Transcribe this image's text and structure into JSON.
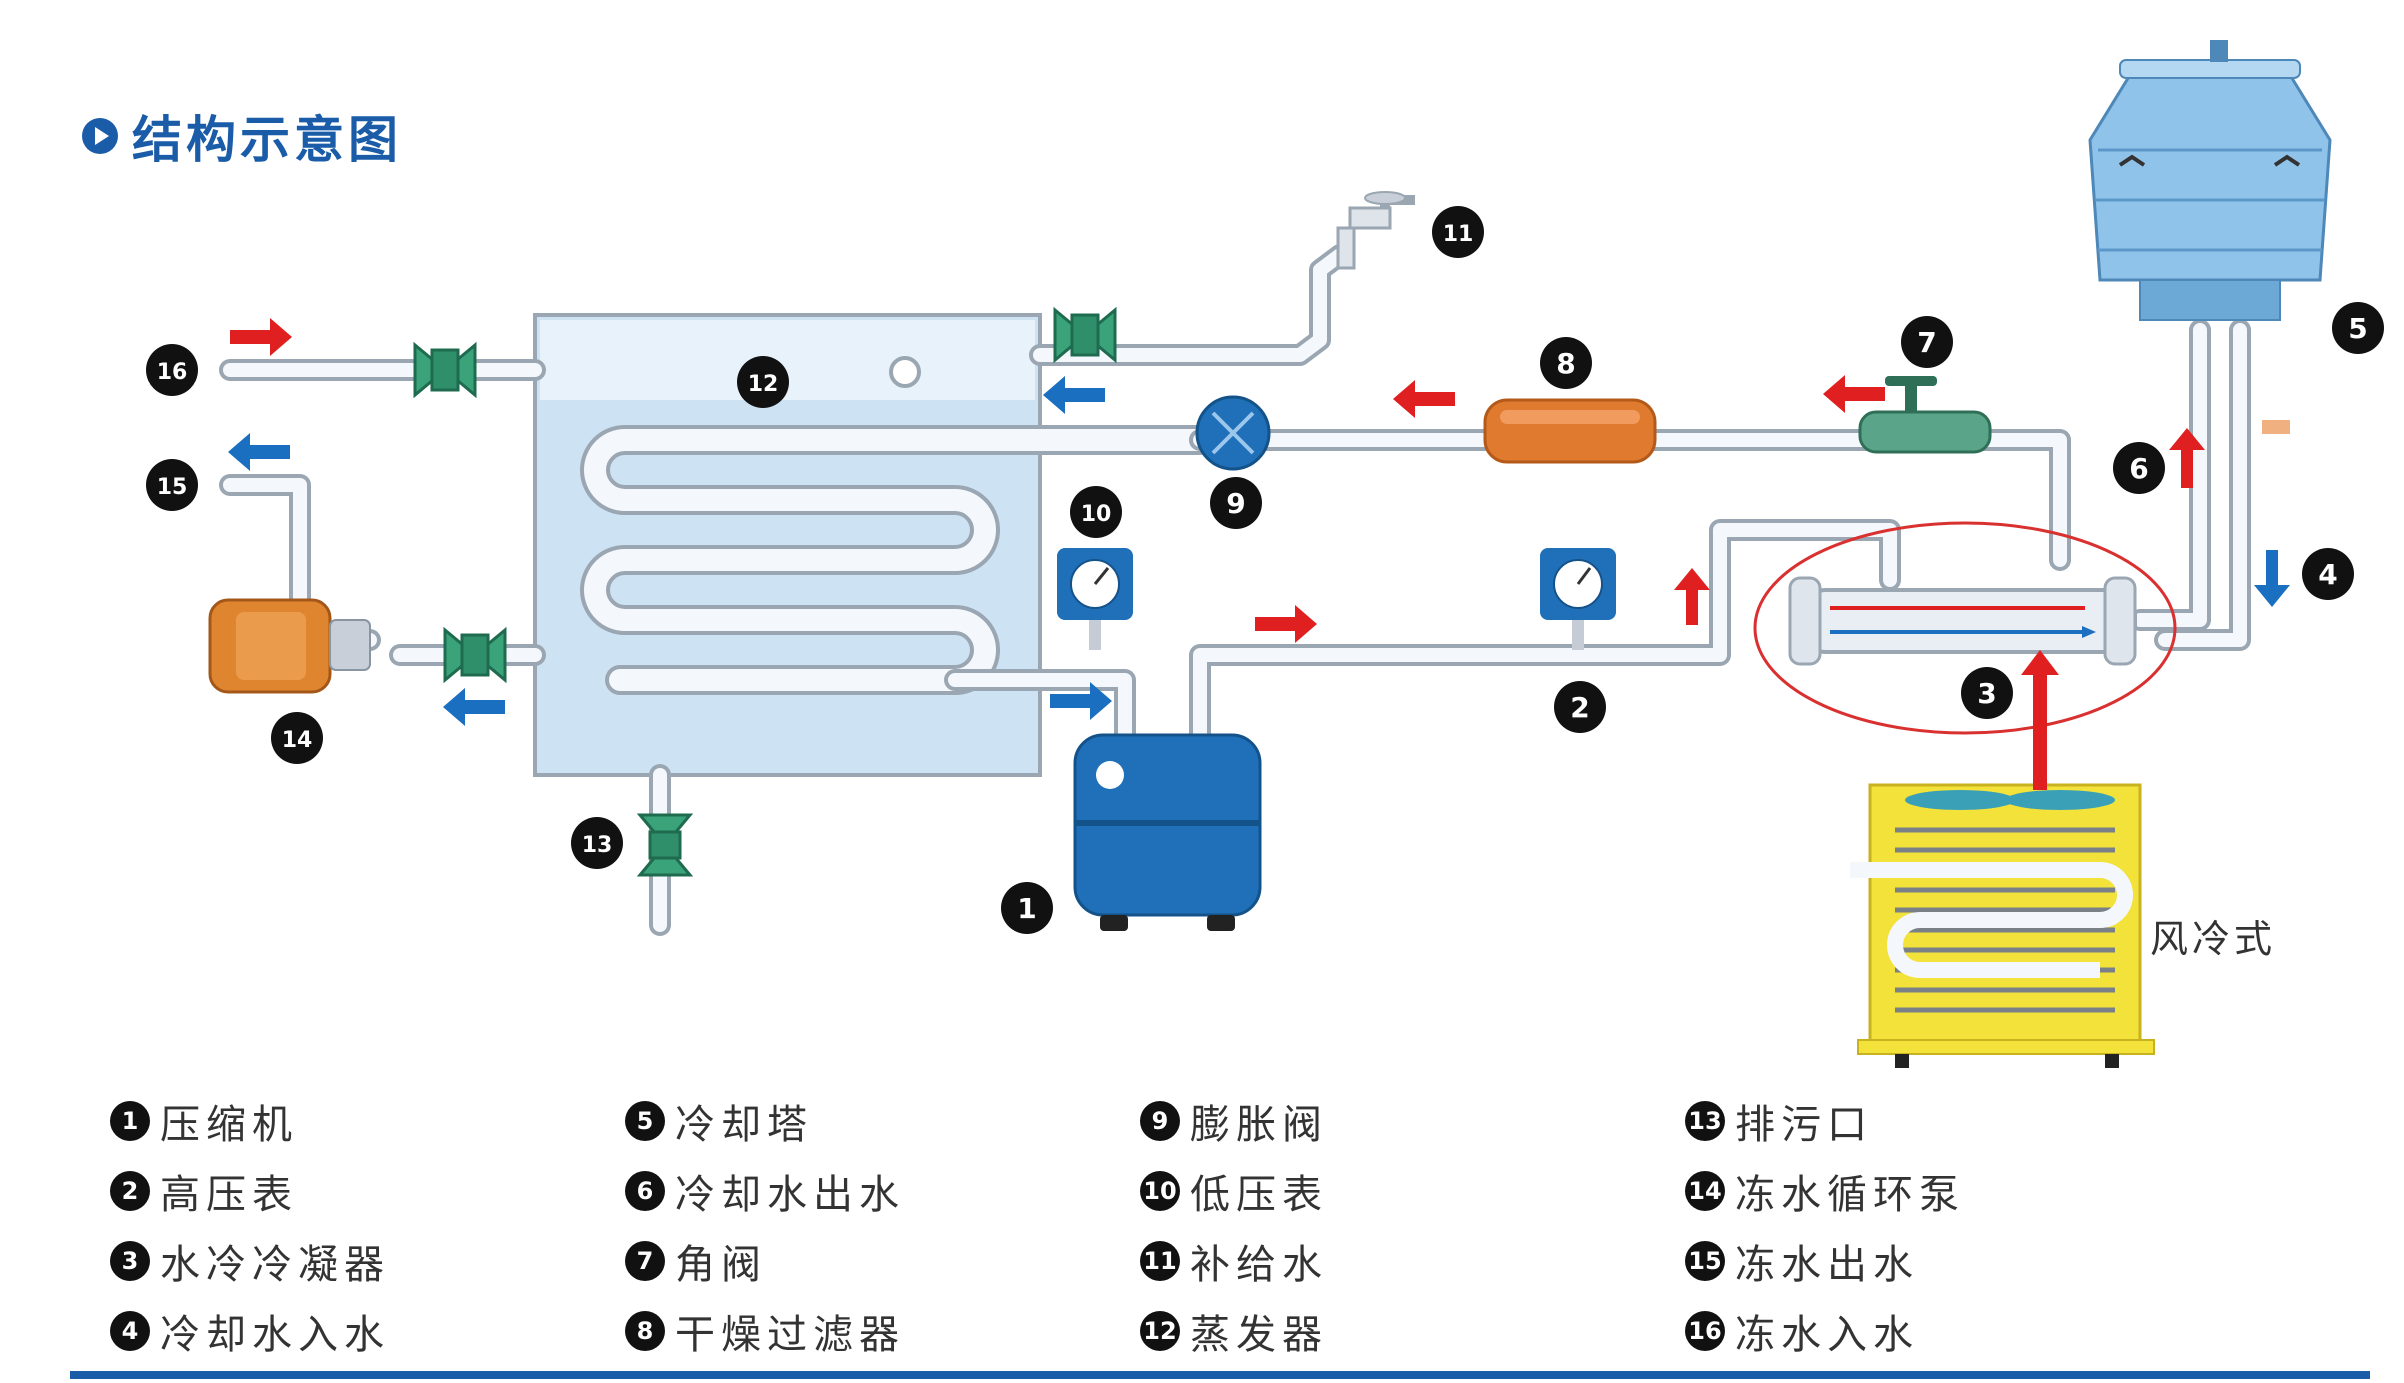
{
  "title": "结构示意图",
  "air_cooled_label": "风冷式",
  "callouts": [
    "1",
    "2",
    "3",
    "4",
    "5",
    "6",
    "7",
    "8",
    "9",
    "10",
    "11",
    "12",
    "13",
    "14",
    "15",
    "16"
  ],
  "legend": [
    {
      "num": "1",
      "label": "压缩机"
    },
    {
      "num": "2",
      "label": "高压表"
    },
    {
      "num": "3",
      "label": "水冷冷凝器"
    },
    {
      "num": "4",
      "label": "冷却水入水"
    },
    {
      "num": "5",
      "label": "冷却塔"
    },
    {
      "num": "6",
      "label": "冷却水出水"
    },
    {
      "num": "7",
      "label": "角阀"
    },
    {
      "num": "8",
      "label": "干燥过滤器"
    },
    {
      "num": "9",
      "label": "膨胀阀"
    },
    {
      "num": "10",
      "label": "低压表"
    },
    {
      "num": "11",
      "label": "补给水"
    },
    {
      "num": "12",
      "label": "蒸发器"
    },
    {
      "num": "13",
      "label": "排污口"
    },
    {
      "num": "14",
      "label": "冻水循环泵"
    },
    {
      "num": "15",
      "label": "冻水出水"
    },
    {
      "num": "16",
      "label": "冻水入水"
    }
  ],
  "colors": {
    "brand_blue": "#1a5ca8",
    "pipe": "#eef1f5",
    "pipe_outline": "#9aa6b2",
    "tank_water": "#cde2f3",
    "compressor": "#1f70b8",
    "valve_green": "#2f8f6b",
    "filter_orange": "#e07a2e",
    "flow_red": "#e02020",
    "flow_blue": "#1a6fc0",
    "condenser_yellow": "#f2e23a"
  }
}
